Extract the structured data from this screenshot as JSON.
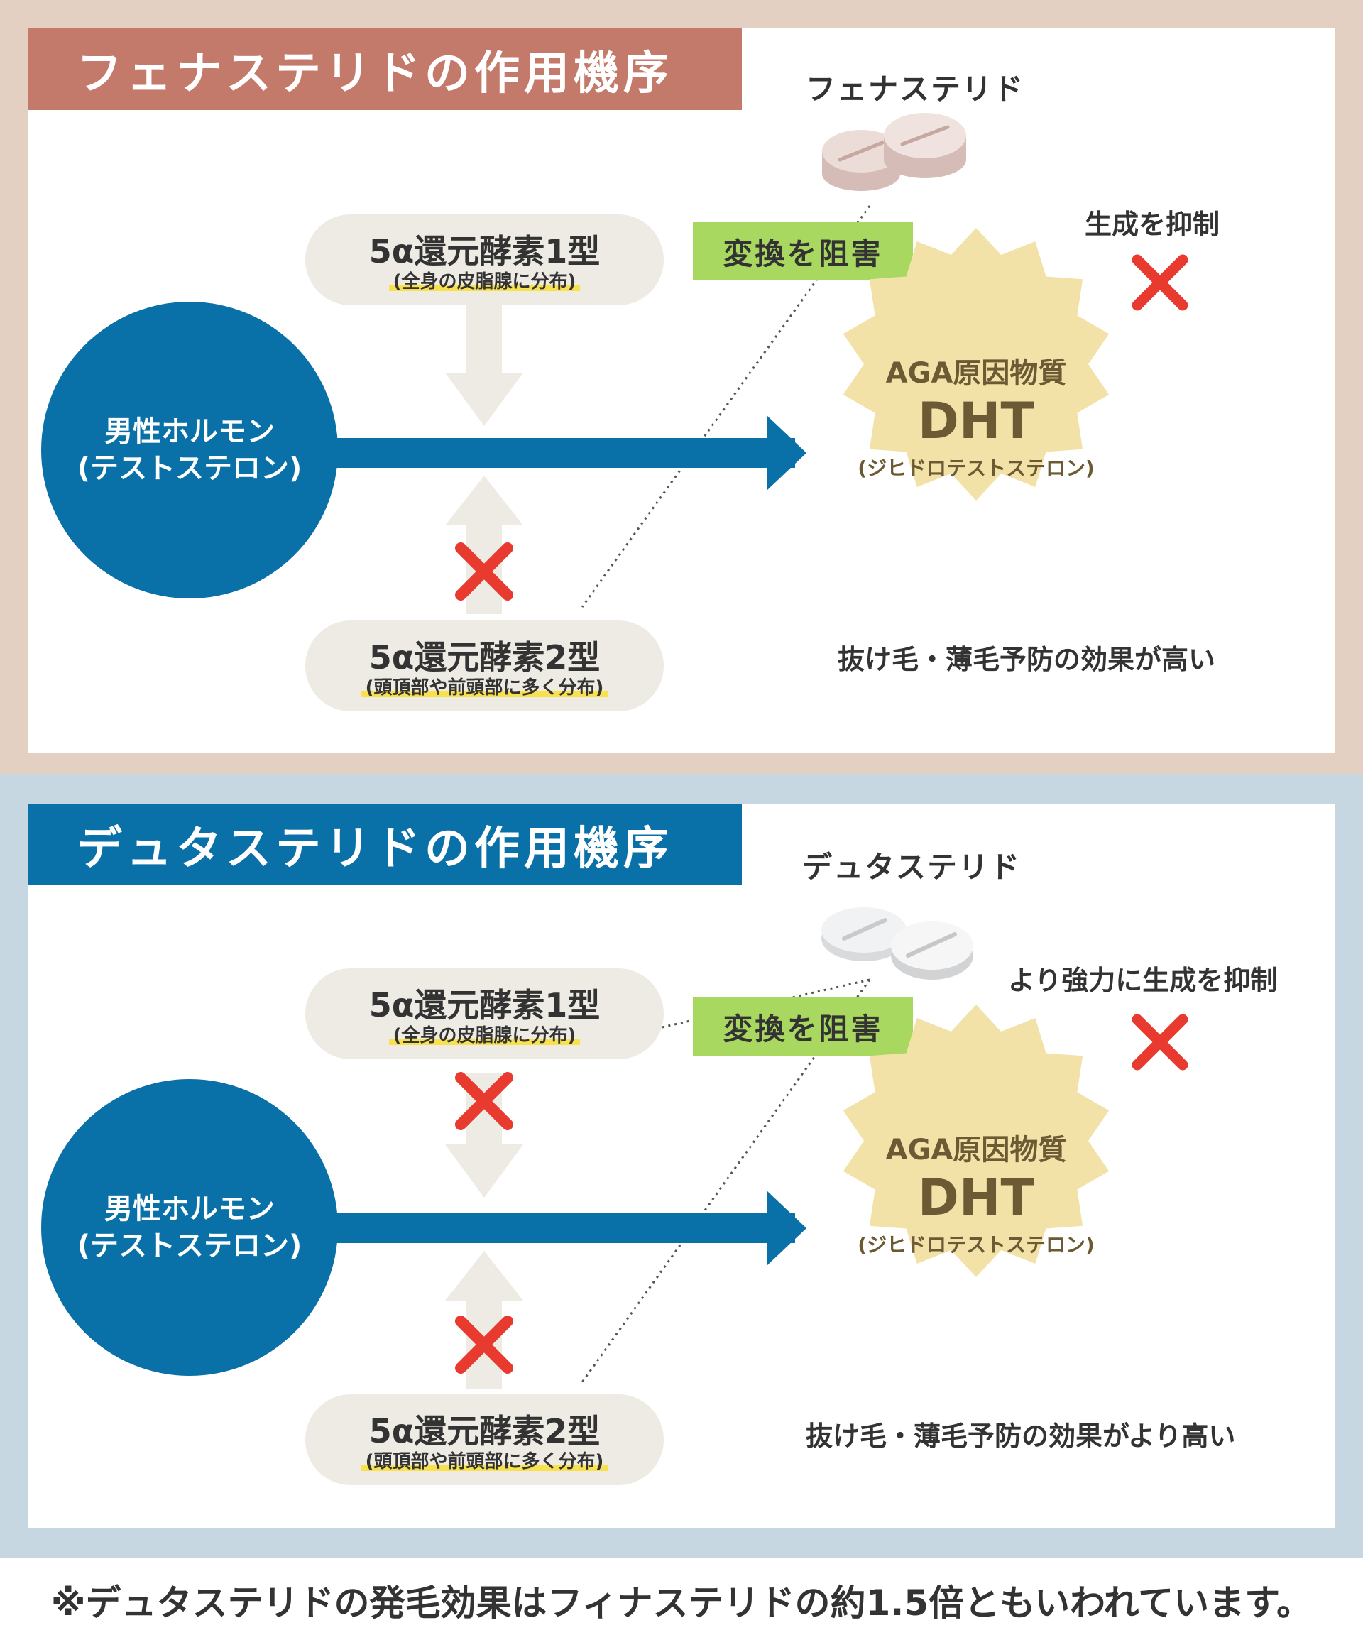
{
  "colors": {
    "top_bg": "#e4cfc3",
    "bottom_bg": "#c6d7e2",
    "finasteride_title_bg": "#c47a6a",
    "dutasteride_title_bg": "#0a70a8",
    "hormone_circle": "#0a70a8",
    "arrow": "#0a70a8",
    "enzyme_pill": "#eeebe4",
    "inhibit_label": "#a9d861",
    "dht_burst": "#f2e2a8",
    "cross_mark": "#e83a2e",
    "highlight": "#f8e14a"
  },
  "finasteride": {
    "title": "フェナステリドの作用機序",
    "drug_name": "フェナステリド",
    "pill_icon": "pink-tablets-icon",
    "enzyme1": {
      "name": "5α還元酵素1型",
      "note": "(全身の皮脂腺に分布)"
    },
    "enzyme2": {
      "name": "5α還元酵素2型",
      "note": "(頭頂部や前頭部に多く分布)"
    },
    "hormone": {
      "line1": "男性ホルモン",
      "line2": "(テストステロン)"
    },
    "inhibit_label": "変換を阻害",
    "dht": {
      "line1": "AGA原因物質",
      "line2": "DHT",
      "line3": "(ジヒドロテストステロン)"
    },
    "suppress_label": "生成を抑制",
    "effect": "抜け毛・薄毛予防の効果が高い"
  },
  "dutasteride": {
    "title": "デュタステリドの作用機序",
    "drug_name": "デュタステリド",
    "pill_icon": "white-tablets-icon",
    "enzyme1": {
      "name": "5α還元酵素1型",
      "note": "(全身の皮脂腺に分布)"
    },
    "enzyme2": {
      "name": "5α還元酵素2型",
      "note": "(頭頂部や前頭部に多く分布)"
    },
    "hormone": {
      "line1": "男性ホルモン",
      "line2": "(テストステロン)"
    },
    "inhibit_label": "変換を阻害",
    "dht": {
      "line1": "AGA原因物質",
      "line2": "DHT",
      "line3": "(ジヒドロテストステロン)"
    },
    "suppress_label": "より強力に生成を抑制",
    "effect": "抜け毛・薄毛予防の効果がより高い"
  },
  "footnote": "※デュタステリドの発毛効果はフィナステリドの約1.5倍ともいわれています。"
}
